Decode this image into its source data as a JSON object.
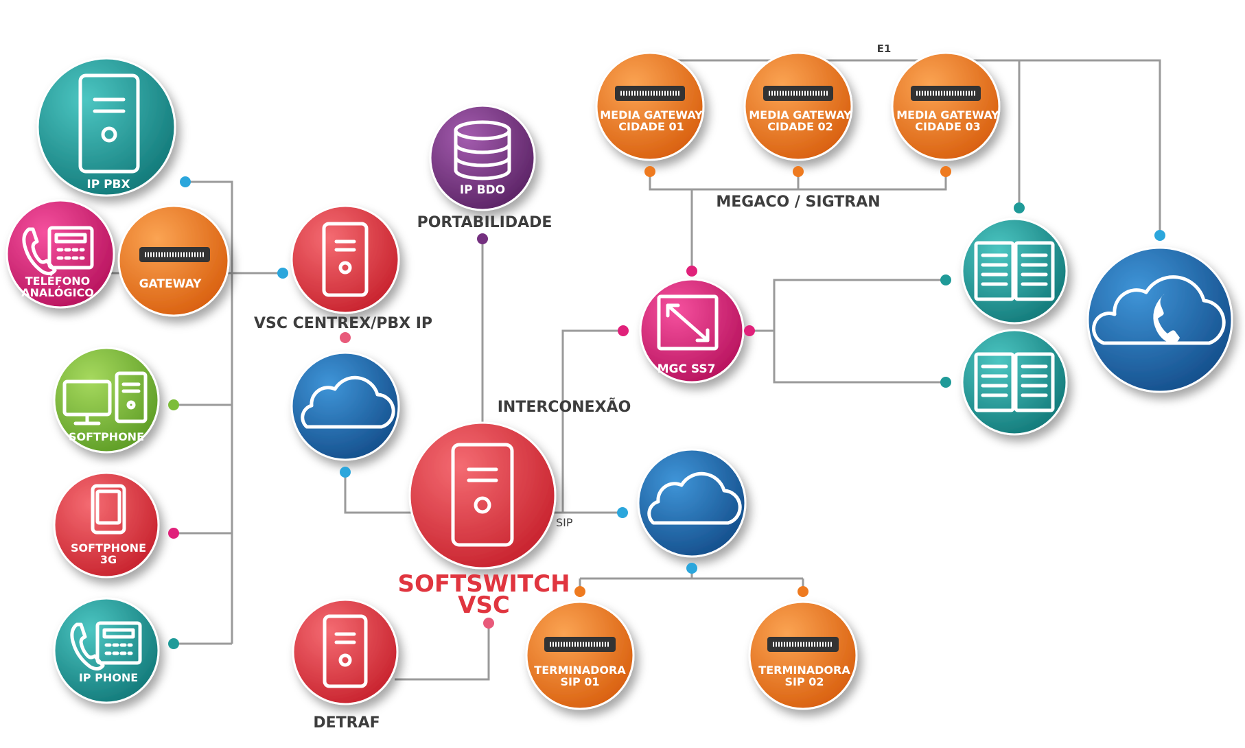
{
  "nodes": {
    "ip_pbx": "IP PBX",
    "telefono": [
      "TELÉFONO",
      "ANALÓGICO"
    ],
    "gateway": "GATEWAY",
    "softphone": "SOFTPHONE",
    "softphone_3g": [
      "SOFTPHONE",
      "3G"
    ],
    "ip_phone": "IP PHONE",
    "ip_bdo": "IP BDO",
    "mgc_ss7": "MGC SS7",
    "media_gateway_1": [
      "MEDIA GATEWAY",
      "CIDADE 01"
    ],
    "media_gateway_2": [
      "MEDIA GATEWAY",
      "CIDADE 02"
    ],
    "media_gateway_3": [
      "MEDIA GATEWAY",
      "CIDADE 03"
    ],
    "terminadora_1": [
      "TERMINADORA",
      "SIP 01"
    ],
    "terminadora_2": [
      "TERMINADORA",
      "SIP 02"
    ]
  },
  "labels": {
    "portabilidade": "PORTABILIDADE",
    "vsc_centrex": "VSC CENTREX/PBX IP",
    "interconexao": "INTERCONEXÃO",
    "megaco": "MEGACO / SIGTRAN",
    "e1": "E1",
    "sip": "SIP",
    "softswitch": [
      "SOFTSWITCH",
      "VSC"
    ],
    "detraf": "DETRAF"
  },
  "colors": {
    "teal": "#1f9a98",
    "pink": "#e0217a",
    "orange": "#ee7a1f",
    "green": "#7dbd3a",
    "red": "#e0353f",
    "purple": "#74307f",
    "blue": "#1f6eb5",
    "dot_blue": "#2ba6dc",
    "dot_pink": "#e0217a",
    "dot_orange": "#ee7a1f",
    "dot_green": "#7dbd3a",
    "dot_teal": "#1f9a98",
    "dot_purple": "#74307f",
    "softswitch_text": "#e0353f"
  }
}
